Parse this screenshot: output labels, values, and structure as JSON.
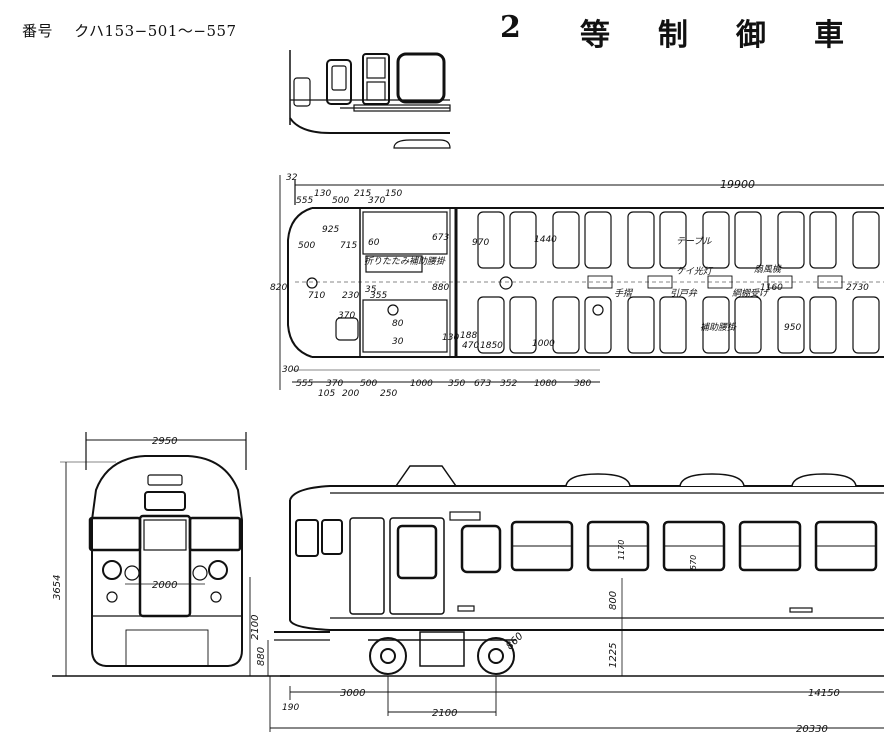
{
  "header": {
    "number_label": "番号",
    "model_range": "クハ153−501〜−557",
    "title_chars": [
      "2",
      "等",
      "制",
      "御",
      "車"
    ]
  },
  "plan": {
    "overall_length": "19900",
    "end_offset": "32",
    "top_dims": [
      "130",
      "500",
      "215",
      "150",
      "555",
      "370"
    ],
    "bottom_dims": [
      "555",
      "370",
      "500",
      "1000",
      "350",
      "673",
      "352",
      "1080",
      "380",
      "105",
      "200",
      "250"
    ],
    "left_dims": [
      "820",
      "300"
    ],
    "interior_dims": [
      "925",
      "500",
      "715",
      "60",
      "710",
      "230",
      "355",
      "35",
      "370",
      "80",
      "30",
      "673",
      "880",
      "130",
      "188",
      "470",
      "1440",
      "970",
      "1850",
      "1000",
      "2730",
      "1160",
      "950"
    ],
    "room_labels": [
      "折りたたみ補助腰掛",
      "テーブル",
      "ケイ光灯",
      "扇風機",
      "手摺",
      "引戸弁",
      "網棚受け",
      "補助腰掛"
    ]
  },
  "front": {
    "width": "2950",
    "height": "3654",
    "inner_width": "2000",
    "rail_to_floor": "2100",
    "floor_to_rail": "880"
  },
  "side": {
    "window_height_label": "800",
    "floor_height": "1225",
    "wheel_dia": "860",
    "bogie_center": "3000",
    "bogie_wheelbase": "2100",
    "truck_center": "14150",
    "length_overall": "20330",
    "end_overhang": "190",
    "window_heights": [
      "1170",
      "570"
    ]
  }
}
